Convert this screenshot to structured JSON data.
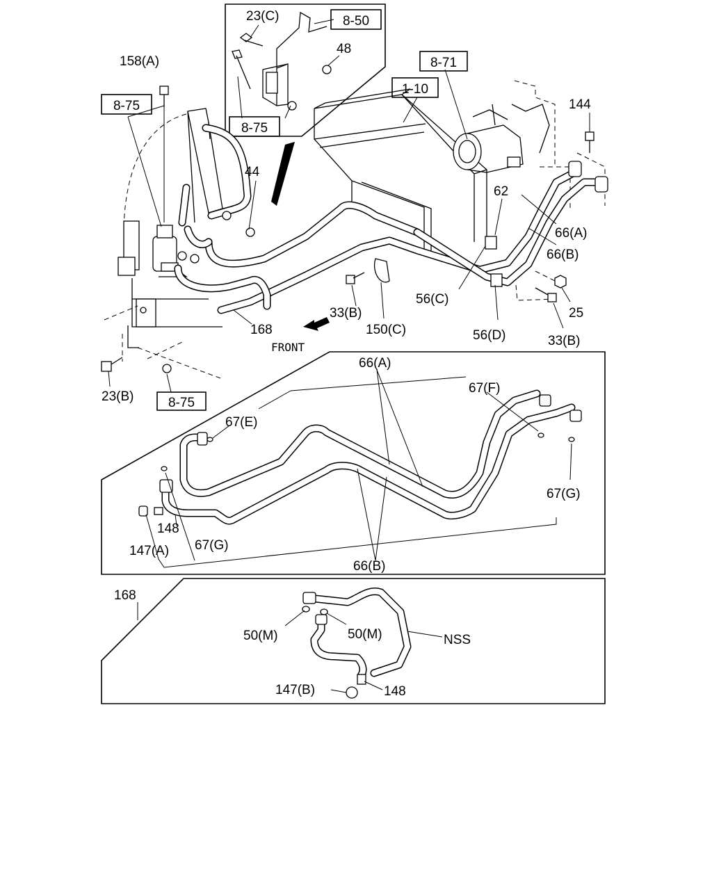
{
  "callouts": {
    "c23c": "23(C)",
    "c850": "8-50",
    "c48": "48",
    "c875_inset": "8-75",
    "c158a": "158(A)",
    "c875_left": "8-75",
    "c871": "8-71",
    "c110": "1-10",
    "c144": "144",
    "c44": "44",
    "c62": "62",
    "c66a_top": "66(A)",
    "c66b_top": "66(B)",
    "c56c": "56(C)",
    "c25": "25",
    "c33b_left": "33(B)",
    "c150c": "150(C)",
    "c168_top": "168",
    "c56d": "56(D)",
    "c33b_right": "33(B)",
    "front": "FRONT",
    "c23b": "23(B)",
    "c875_bottom": "8-75"
  },
  "panel_hoses": {
    "c66a": "66(A)",
    "c67f": "67(F)",
    "c67e": "67(E)",
    "c67g_right": "67(G)",
    "c148": "148",
    "c147a": "147(A)",
    "c67g_left": "67(G)",
    "c66b": "66(B)"
  },
  "panel_168": {
    "c168": "168",
    "c50m_left": "50(M)",
    "c50m_right": "50(M)",
    "nss": "NSS",
    "c147b": "147(B)",
    "c148": "148"
  }
}
